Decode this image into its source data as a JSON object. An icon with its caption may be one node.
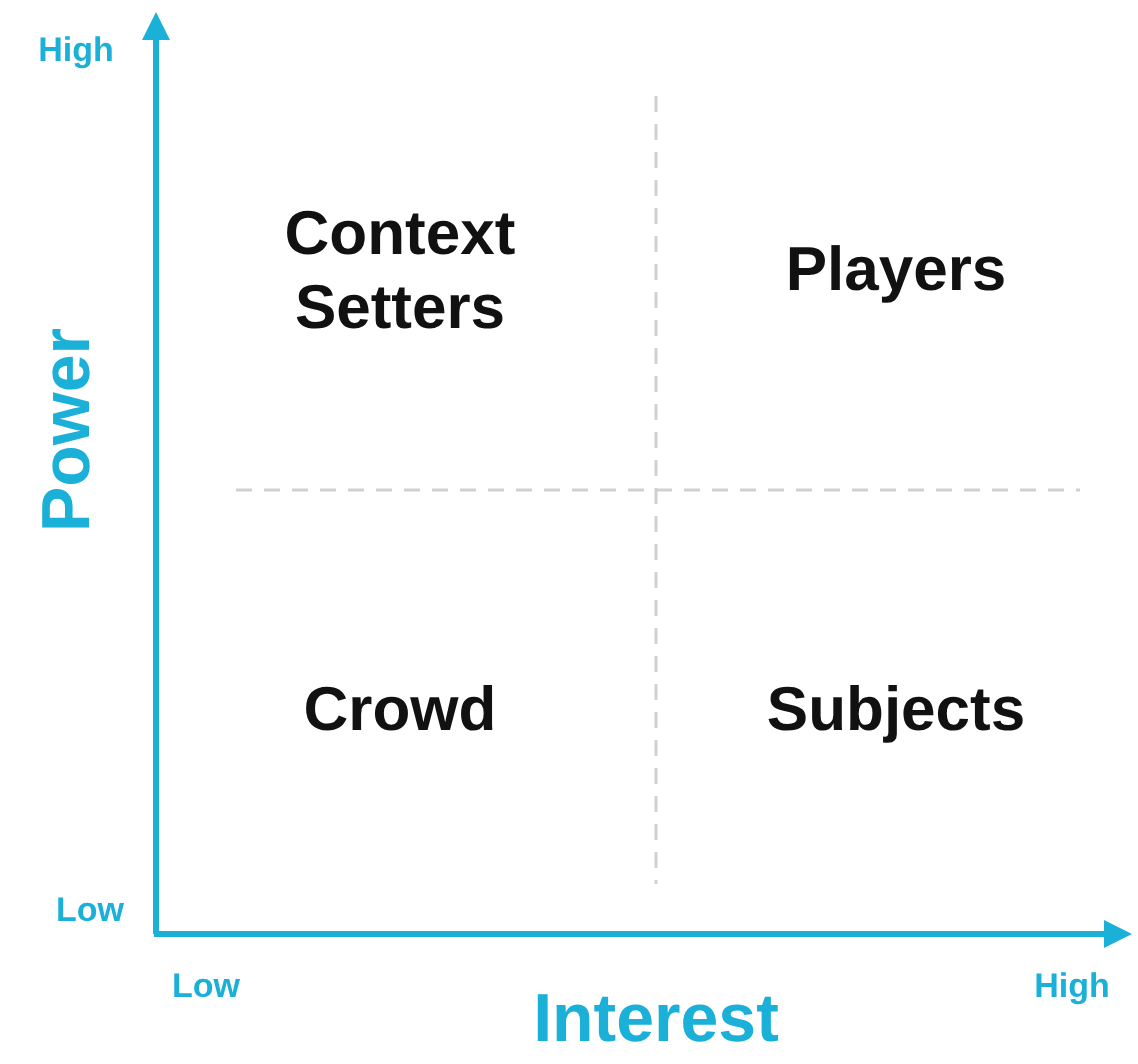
{
  "diagram": {
    "labels": [
      "High",
      "Power",
      "Low",
      "Context Setters",
      "Players",
      "Crowd",
      "Subjects",
      "Low",
      "Interest",
      "High"
    ]
  }
}
